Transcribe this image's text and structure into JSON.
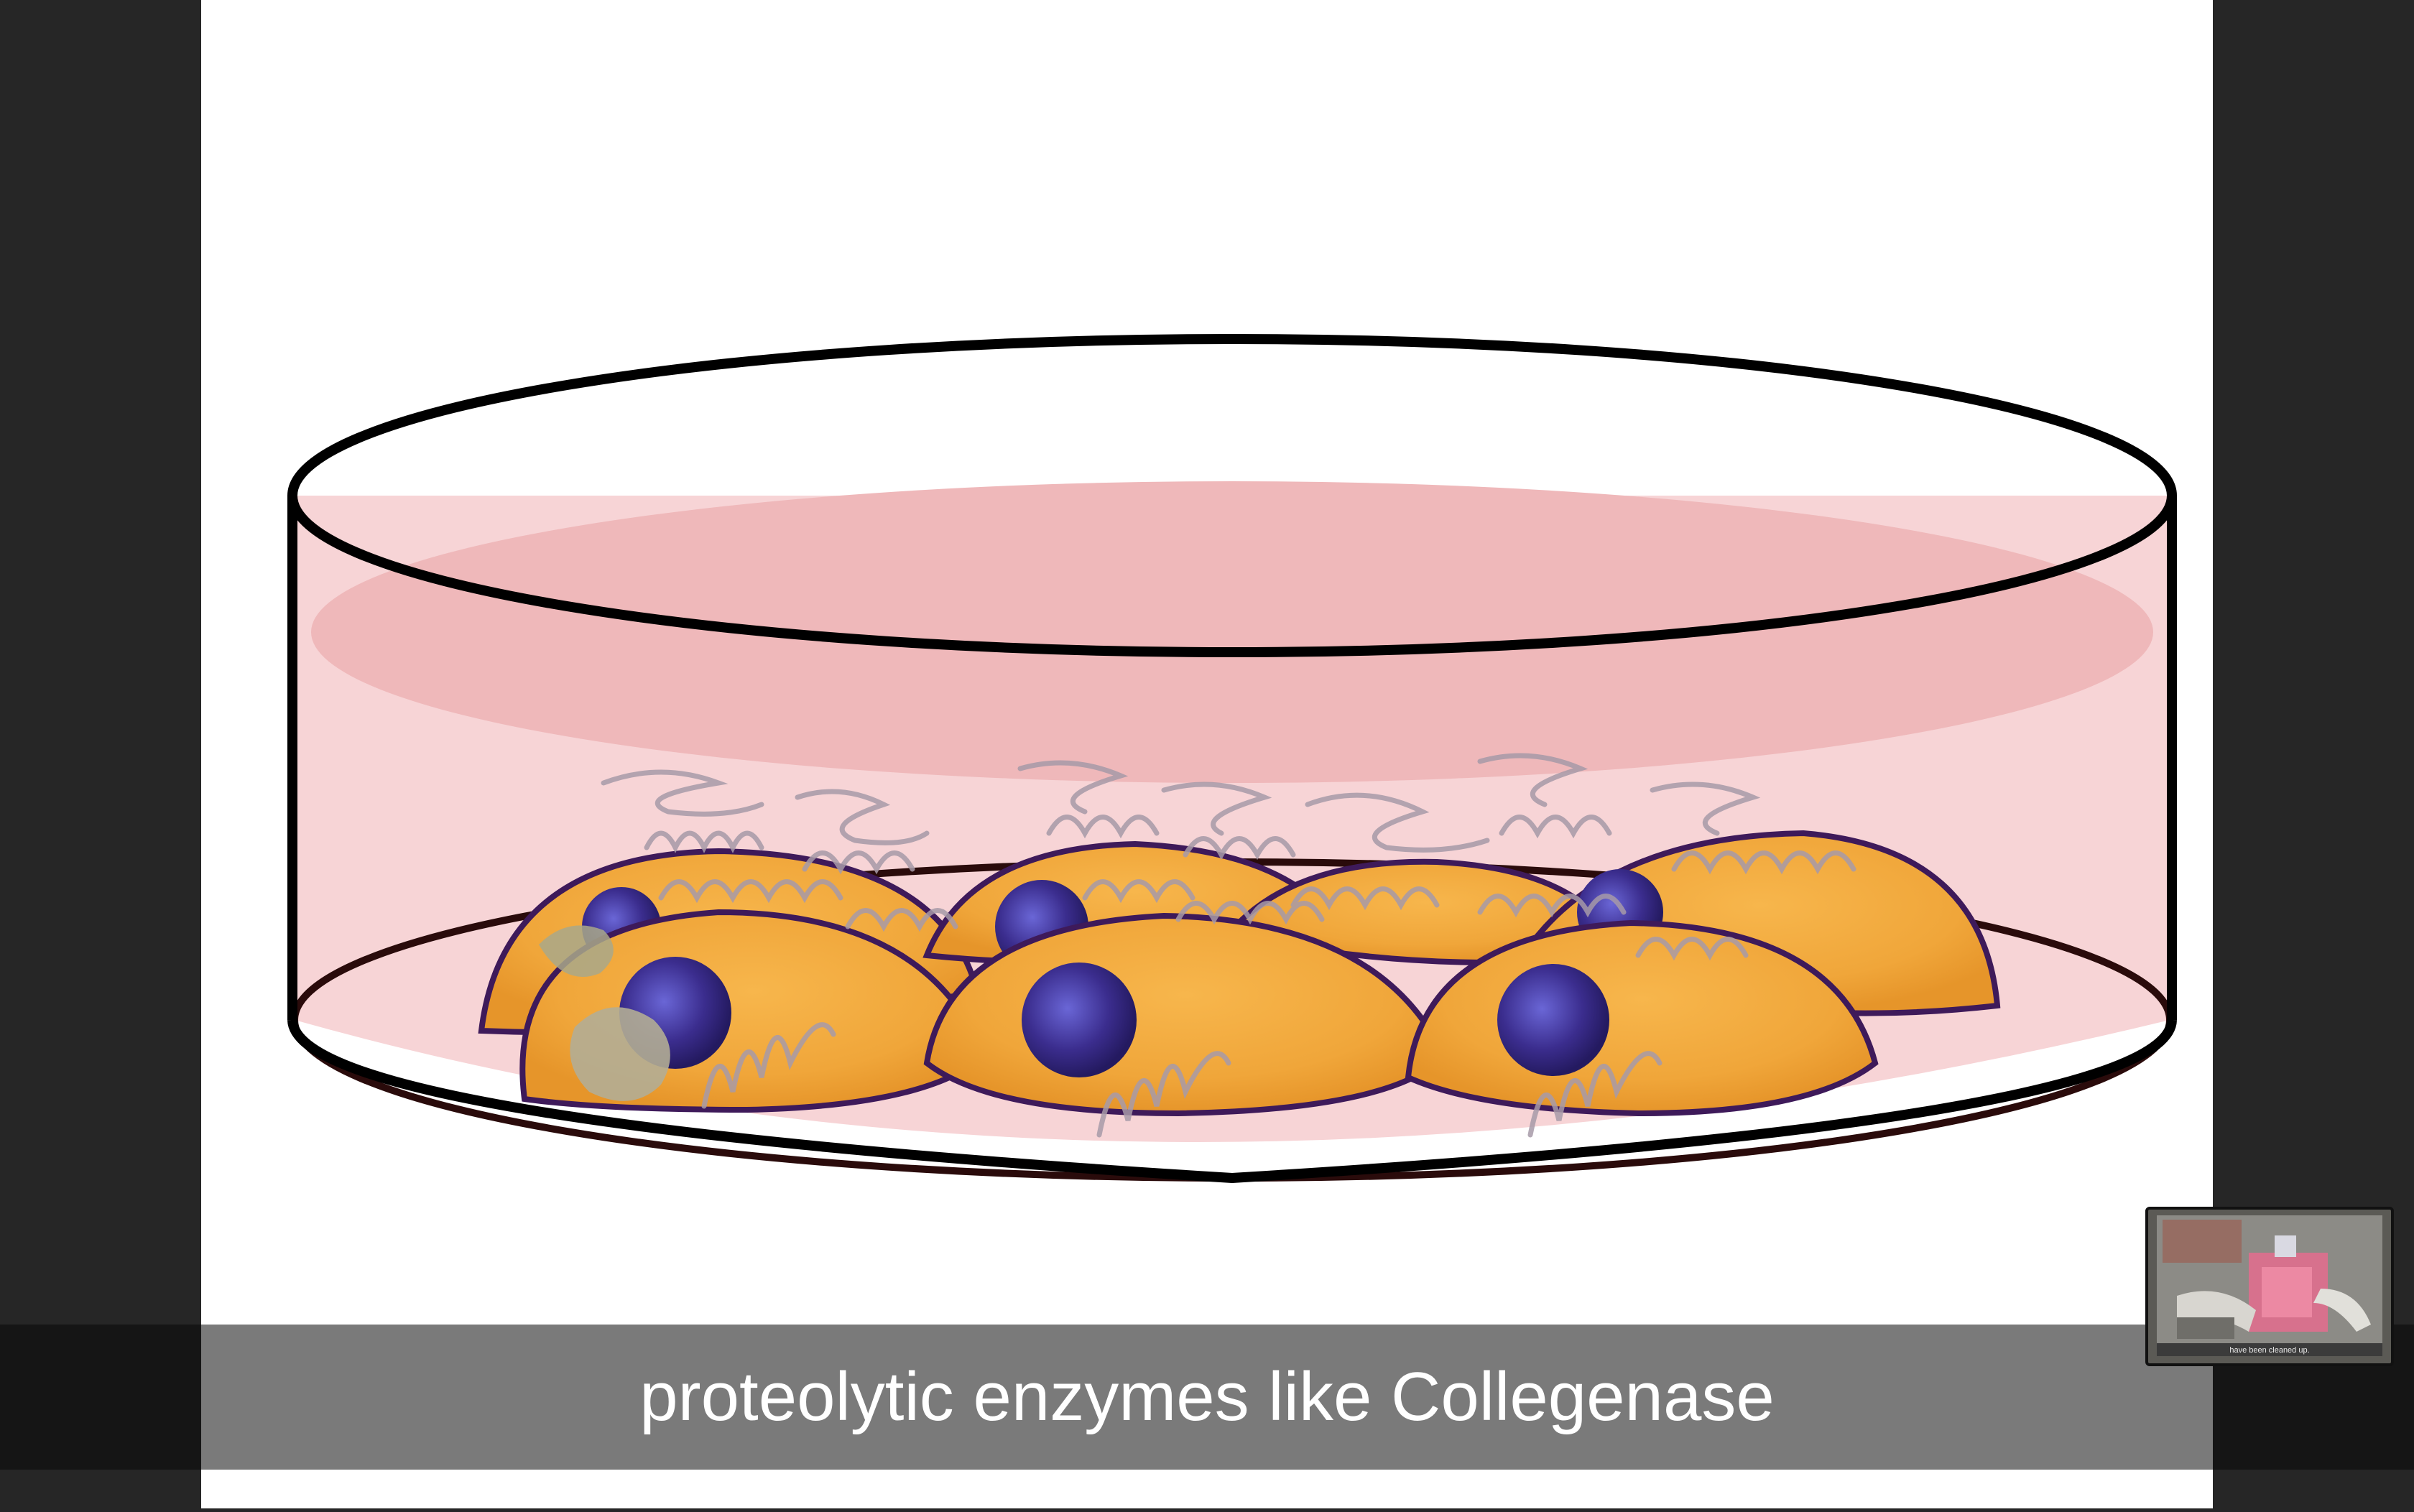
{
  "video": {
    "caption": "proteolytic enzymes like Collegenase"
  },
  "pip": {
    "caption": "have been cleaned up."
  },
  "illustration": {
    "subject": "petri dish with cells",
    "colors": {
      "media_pink": "#efb8ba",
      "dish_pink": "#f7d4d6",
      "cell_orange": "#f0a63a",
      "cell_outline": "#3e1a5a",
      "nucleus_blue": "#3b2d8e",
      "fiber_gray": "#a79aa8"
    }
  }
}
